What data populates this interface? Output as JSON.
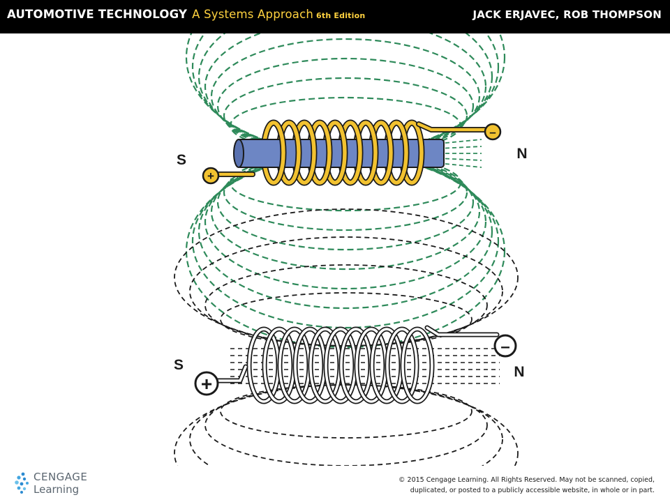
{
  "header": {
    "title": "AUTOMOTIVE TECHNOLOGY",
    "subtitle": "A Systems Approach",
    "edition": "6th Edition",
    "authors": "JACK ERJAVEC, ROB THOMPSON"
  },
  "figure_top": {
    "left_pole": "S",
    "right_pole": "N",
    "positive_terminal": "+",
    "negative_terminal": "–"
  },
  "figure_bottom": {
    "left_pole": "S",
    "right_pole": "N",
    "positive_terminal": "+",
    "negative_terminal": "–"
  },
  "footer": {
    "logo_line1": "CENGAGE",
    "logo_line2": "Learning",
    "copyright_line1": "© 2015 Cengage Learning. All Rights Reserved. May not be scanned, copied,",
    "copyright_line2": "duplicated, or posted to a publicly accessible website, in whole or in part."
  },
  "colors": {
    "header_bg": "#000000",
    "header_accent": "#ffd23f",
    "field_lines_top": "#2e8a5a",
    "coil_gold": "#f2c230",
    "core_blue": "#6d86c4",
    "field_lines_bottom": "#1a1a1a"
  }
}
